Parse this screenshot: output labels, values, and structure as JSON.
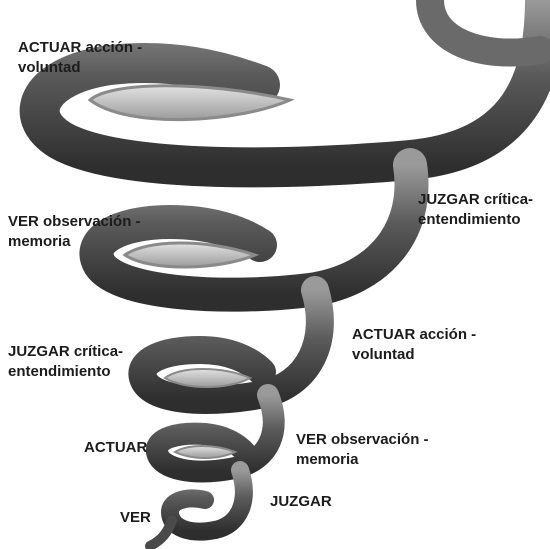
{
  "labels": {
    "top_left": {
      "line1": "ACTUAR acción  -",
      "line2": "voluntad"
    },
    "upper_left": {
      "line1": "VER observación -",
      "line2": "memoria"
    },
    "upper_right": {
      "line1": "JUZGAR crítica-",
      "line2": "entendimiento"
    },
    "middle_left": {
      "line1": "JUZGAR crítica-",
      "line2": "entendimiento"
    },
    "middle_right": {
      "line1": "ACTUAR acción  -",
      "line2": "voluntad"
    },
    "lower_right": {
      "line1": "VER observación -",
      "line2": "memoria"
    },
    "lower_left": {
      "text": "ACTUAR"
    },
    "bottom_right": {
      "text": "JUZGAR"
    },
    "bottom_left": {
      "text": "VER"
    }
  },
  "colors": {
    "spiral_dark": "#3e3e3e",
    "spiral_mid": "#777777",
    "spiral_light": "#c4c4c4",
    "text": "#1c1c1c"
  }
}
